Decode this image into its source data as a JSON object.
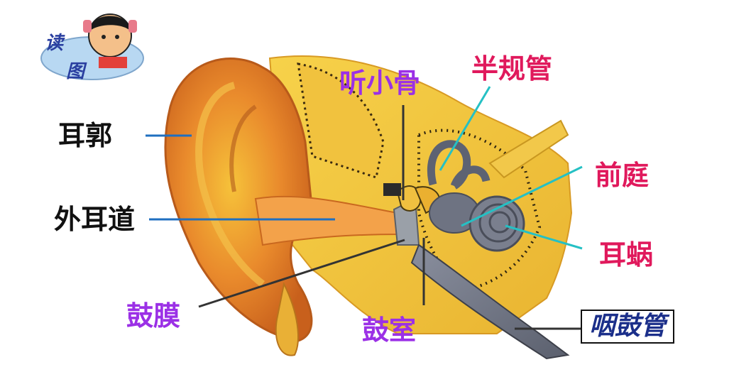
{
  "badge": {
    "line1": "读",
    "line2": "图",
    "icon": "girl-reading-icon"
  },
  "labels": {
    "erkuo": "耳郭",
    "waierdao": "外耳道",
    "gumo": "鼓膜",
    "tingxiaogu": "听小骨",
    "gushi": "鼓室",
    "banguiguan": "半规管",
    "qianting": "前庭",
    "erwo": "耳蜗",
    "yangu": "咽鼓管"
  },
  "colors": {
    "label_black": "#111111",
    "label_purple": "#9b30e6",
    "label_pink": "#e0195c",
    "label_navy": "#1b2f8a",
    "leader_blue": "#1f6fc0",
    "leader_teal": "#25c0c4",
    "leader_dark": "#333333"
  }
}
